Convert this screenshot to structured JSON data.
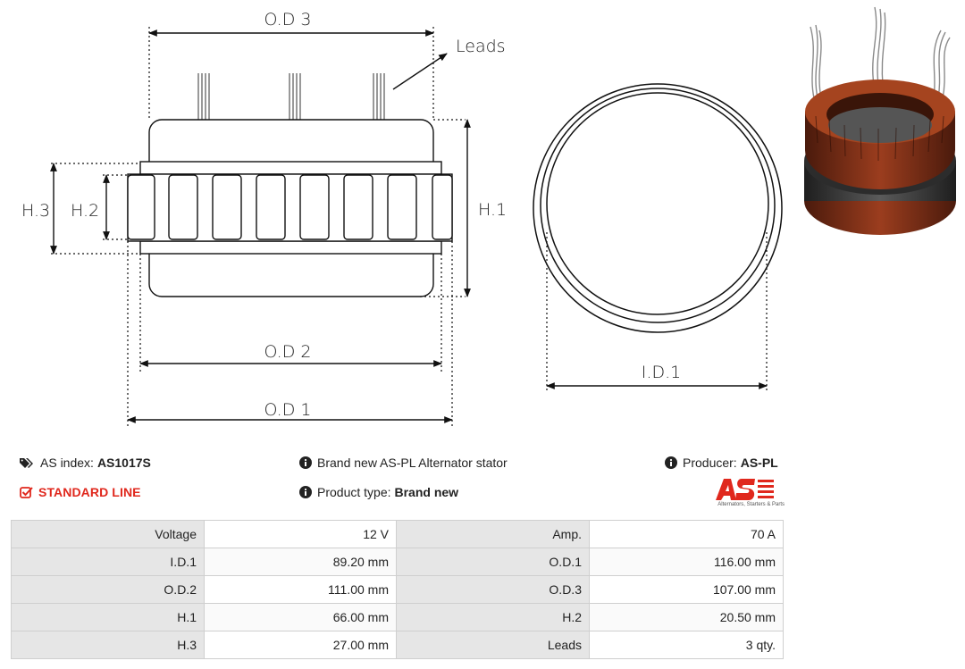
{
  "diagram": {
    "labels": {
      "od3": "O.D 3",
      "leads": "Leads",
      "h3": "H.3",
      "h2": "H.2",
      "h1": "H.1",
      "od2": "O.D 2",
      "od1": "O.D 1",
      "id1": "I.D.1"
    }
  },
  "product": {
    "index_label": "AS index:",
    "index_value": "AS1017S",
    "description": "Brand new AS-PL Alternator stator",
    "producer_label": "Producer:",
    "producer_value": "AS-PL",
    "line": "STANDARD LINE",
    "type_label": "Product type:",
    "type_value": "Brand new",
    "logo_tagline": "Alternators, Starters & Parts",
    "accent_color": "#e0281d"
  },
  "params": [
    {
      "label1": "Voltage",
      "value1": "12 V",
      "label2": "Amp.",
      "value2": "70 A"
    },
    {
      "label1": "I.D.1",
      "value1": "89.20 mm",
      "label2": "O.D.1",
      "value2": "116.00 mm"
    },
    {
      "label1": "O.D.2",
      "value1": "111.00 mm",
      "label2": "O.D.3",
      "value2": "107.00 mm"
    },
    {
      "label1": "H.1",
      "value1": "66.00 mm",
      "label2": "H.2",
      "value2": "20.50 mm"
    },
    {
      "label1": "H.3",
      "value1": "27.00 mm",
      "label2": "Leads",
      "value2": "3 qty."
    }
  ]
}
